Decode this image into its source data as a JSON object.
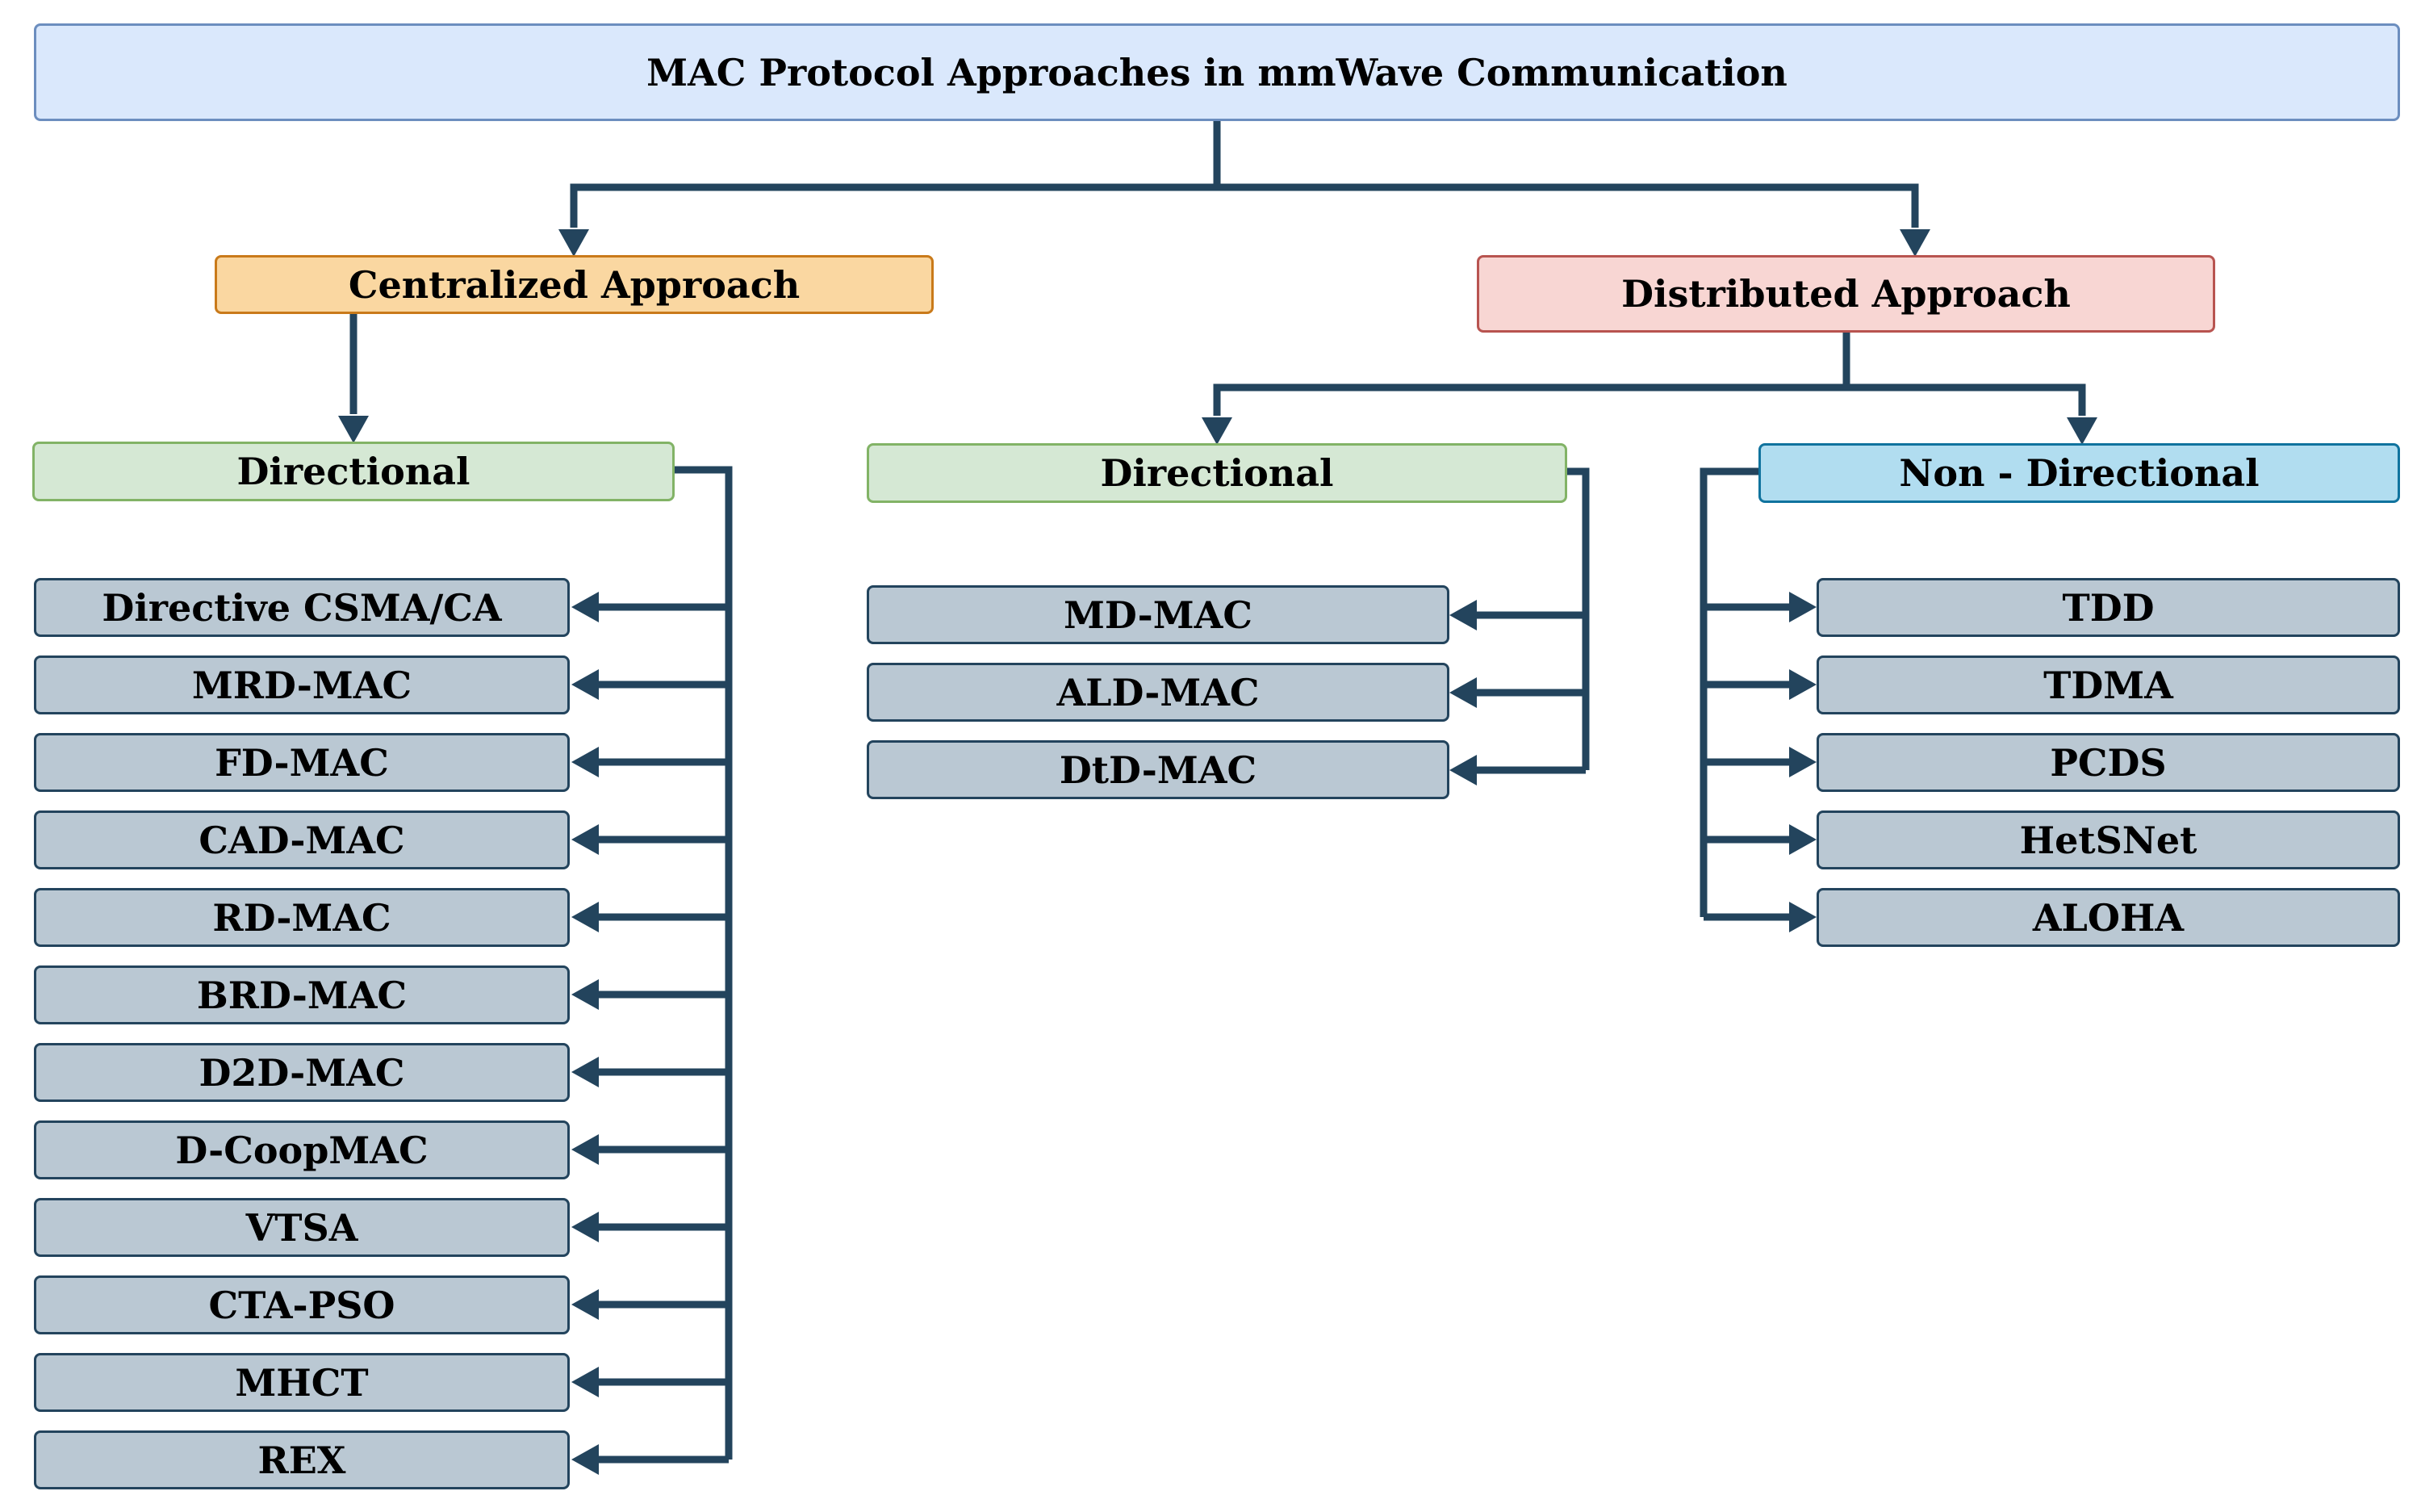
{
  "title": "MAC Protocol Approaches in mmWave Communication",
  "centralized": {
    "label": "Centralized Approach",
    "directional": {
      "label": "Directional",
      "protocols": [
        "Directive CSMA/CA",
        "MRD-MAC",
        "FD-MAC",
        "CAD-MAC",
        "RD-MAC",
        "BRD-MAC",
        "D2D-MAC",
        "D-CoopMAC",
        "VTSA",
        "CTA-PSO",
        "MHCT",
        "REX"
      ]
    }
  },
  "distributed": {
    "label": "Distributed Approach",
    "directional": {
      "label": "Directional",
      "protocols": [
        "MD-MAC",
        "ALD-MAC",
        "DtD-MAC"
      ]
    },
    "non_directional": {
      "label": "Non - Directional",
      "protocols": [
        "TDD",
        "TDMA",
        "PCDS",
        "HetSNet",
        "ALOHA"
      ]
    }
  },
  "colors": {
    "connector": "#23445d",
    "title_fill": "#dae8fc",
    "centralized_fill": "#fad7a1",
    "distributed_fill": "#f8d6d3",
    "directional_fill": "#d5e8d4",
    "non_directional_fill": "#b1ddf0",
    "protocol_fill": "#bac8d3"
  }
}
